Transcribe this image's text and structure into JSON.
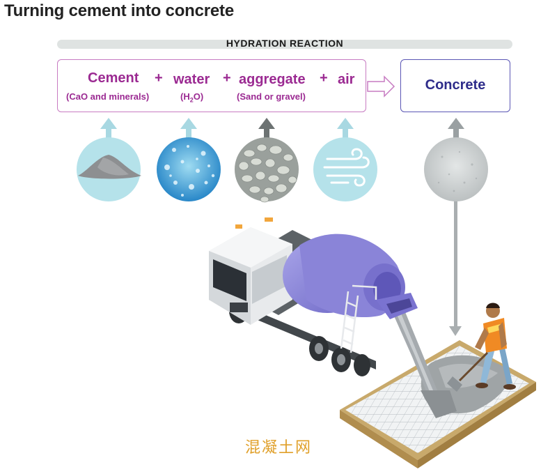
{
  "title": "Turning cement into concrete",
  "banner": "HYDRATION REACTION",
  "formula": {
    "terms": [
      {
        "name": "Cement",
        "sub": "(CaO and minerals)"
      },
      {
        "name": "water",
        "sub_main": "(H",
        "sub_index": "2",
        "sub_tail": "O)"
      },
      {
        "name": "aggregate",
        "sub": "(Sand or gravel)"
      },
      {
        "name": "air"
      }
    ],
    "plus": "+"
  },
  "result": "Concrete",
  "icons": [
    "cement-pile-icon",
    "water-bubbles-icon",
    "gravel-icon",
    "wind-icon",
    "concrete-texture-icon"
  ],
  "illustration": [
    "cement-mixer-truck",
    "concrete-worker",
    "rebar-formwork"
  ],
  "watermark": "混凝土网",
  "colors": {
    "formula_border": "#c77bc2",
    "term_text": "#9b2a92",
    "result_border": "#5a55b4",
    "result_text": "#2e2c8a",
    "banner": "#dfe3e2",
    "arrow_light": "#a8d8e2",
    "arrow_dark": "#6c7272"
  }
}
